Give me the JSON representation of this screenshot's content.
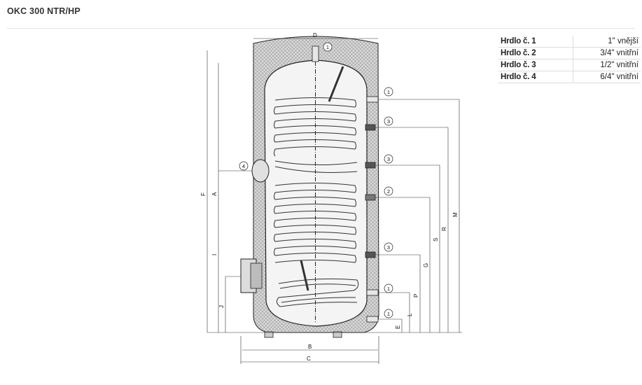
{
  "page": {
    "title": "OKC 300 NTR/HP"
  },
  "spec_table": {
    "rows": [
      {
        "label": "Hrdlo č. 1",
        "value": "1\" vnější"
      },
      {
        "label": "Hrdlo č. 2",
        "value": "3/4\" vnitřní"
      },
      {
        "label": "Hrdlo č. 3",
        "value": "1/2\" vnitřní"
      },
      {
        "label": "Hrdlo č. 4",
        "value": "6/4\" vnitřní"
      }
    ]
  },
  "diagram": {
    "dimensions": [
      "D",
      "F",
      "A",
      "I",
      "J",
      "M",
      "R",
      "S",
      "G",
      "P",
      "L",
      "E",
      "B",
      "C"
    ],
    "callouts": [
      "1",
      "1",
      "3",
      "3",
      "2",
      "3",
      "1",
      "1",
      "4"
    ]
  },
  "colors": {
    "line": "#222222",
    "insulation": "#cfcfcf",
    "tank": "#f2f2f2"
  }
}
